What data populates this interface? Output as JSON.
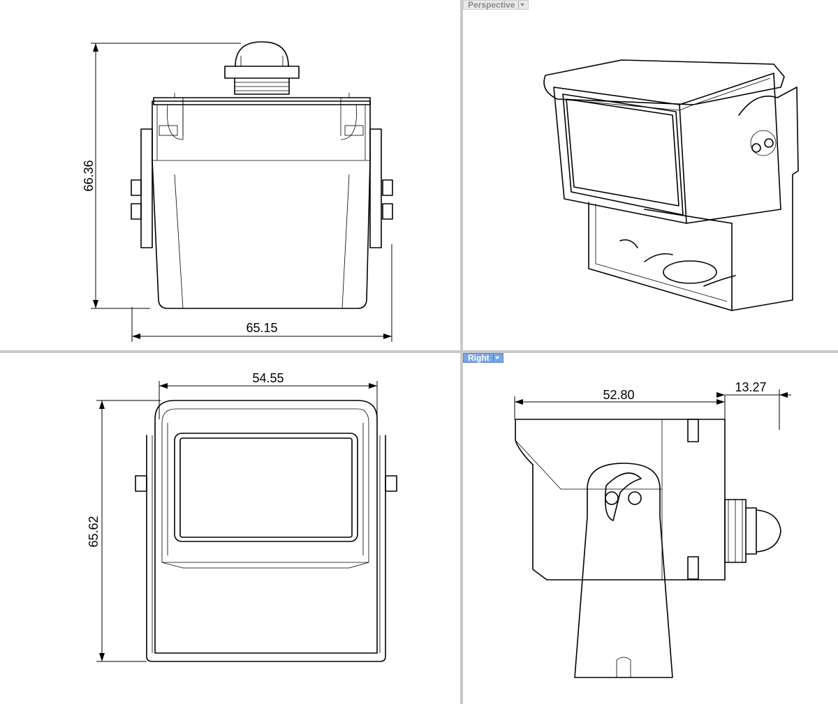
{
  "viewports": {
    "top_left": {
      "dim_height": "66.36",
      "dim_width": "65.15"
    },
    "top_right": {
      "label": "Perspective"
    },
    "bottom_left": {
      "dim_width": "54.55",
      "dim_height": "65.62"
    },
    "bottom_right": {
      "label": "Right",
      "dim_depth": "52.80",
      "dim_offset": "13.27"
    }
  }
}
